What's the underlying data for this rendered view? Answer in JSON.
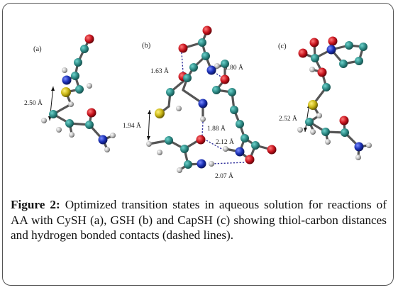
{
  "figure": {
    "panels": [
      {
        "label": "(a)",
        "distances": [
          "2.50 Å"
        ]
      },
      {
        "label": "(b)",
        "distances": [
          "1.63 Å",
          "1.80 Å",
          "1.94 Å",
          "1.88 Å",
          "2.12 Å",
          "2.07 Å"
        ]
      },
      {
        "label": "(c)",
        "distances": [
          "2.52 Å"
        ]
      }
    ],
    "atom_colors": {
      "carbon": "#2e8b86",
      "oxygen": "#c8141e",
      "nitrogen": "#1a2fb4",
      "sulfur": "#c8b514",
      "hydrogen": "#b8b8b8"
    }
  },
  "caption": {
    "label": "Figure 2:",
    "text": "Optimized transition states in aqueous solution for reactions of AA with CySH (a), GSH (b) and CapSH (c) showing thiol-carbon distances and hydrogen bonded contacts (dashed lines)."
  }
}
